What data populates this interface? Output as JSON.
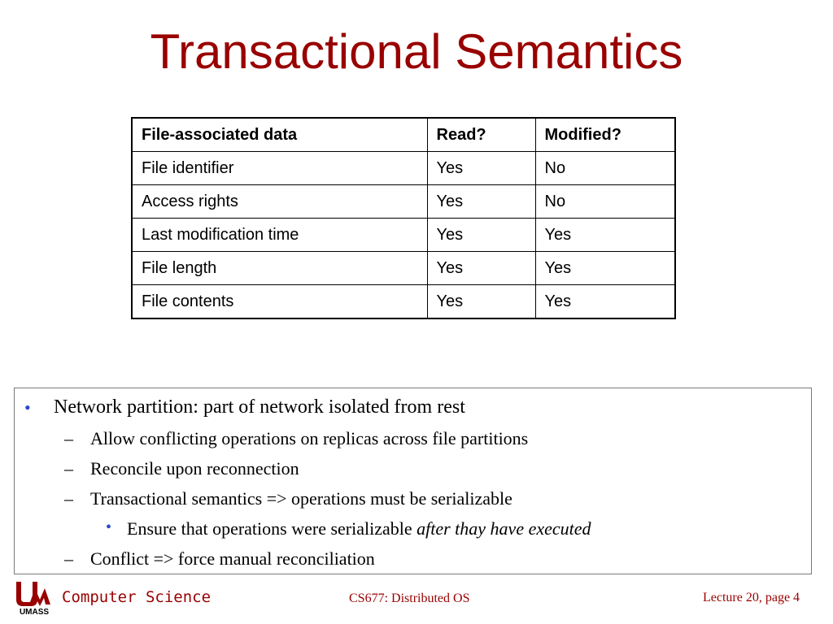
{
  "title": "Transactional Semantics",
  "table": {
    "headers": [
      "File-associated data",
      "Read?",
      "Modified?"
    ],
    "rows": [
      [
        "File identifier",
        "Yes",
        "No"
      ],
      [
        "Access rights",
        "Yes",
        "No"
      ],
      [
        "Last modification time",
        "Yes",
        "Yes"
      ],
      [
        "File length",
        "Yes",
        "Yes"
      ],
      [
        "File contents",
        "Yes",
        "Yes"
      ]
    ]
  },
  "bullets": {
    "b1": "Network partition: part of network isolated from rest",
    "b1_1": "Allow conflicting operations on replicas across file partitions",
    "b1_2": "Reconcile upon reconnection",
    "b1_3": "Transactional semantics => operations must be serializable",
    "b1_3_1": "Ensure that operations were serializable ",
    "b1_3_1_italic": "after thay have executed",
    "b1_4": "Conflict => force manual reconciliation"
  },
  "footer": {
    "logo_text": "UMASS",
    "department": "Computer Science",
    "course": "CS677: Distributed OS",
    "page": "Lecture 20, page 4"
  },
  "colors": {
    "title": "#990000",
    "bullet": "#2a4bc6",
    "footer": "#990000"
  }
}
